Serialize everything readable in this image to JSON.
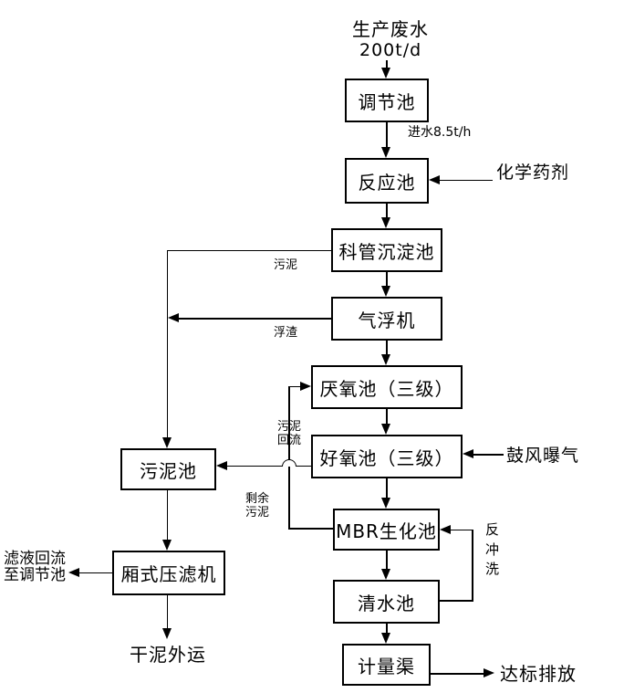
{
  "diagram": {
    "source": {
      "line1": "生产废水",
      "line2": "200t/d"
    },
    "nodes": {
      "tiaojiechi": "调节池",
      "fanyingchi": "反应池",
      "keguanchendianchi": "科管沉淀池",
      "qifuji": "气浮机",
      "yanyangchi": "厌氧池（三级）",
      "haoyangchi": "好氧池（三级）",
      "mbr": "MBR生化池",
      "qingshuichi": "清水池",
      "jiliangqu": "计量渠",
      "wunichi": "污泥池",
      "xiangshiyalvji": "厢式压滤机"
    },
    "labels": {
      "inflow": "进水8.5t/h",
      "chemical": "化学药剂",
      "sludge": "污泥",
      "scum": "浮渣",
      "sludge_return_line1": "污泥",
      "sludge_return_line2": "回流",
      "blower": "鼓风曝气",
      "excess_line1": "剩余",
      "excess_line2": "污泥",
      "backwash": "反冲洗",
      "filtrate_line1": "滤液回流",
      "filtrate_line2": "至调节池",
      "dry_sludge": "干泥外运",
      "discharge": "达标排放"
    },
    "colors": {
      "line": "#000000",
      "text": "#000000",
      "background": "#ffffff"
    }
  }
}
